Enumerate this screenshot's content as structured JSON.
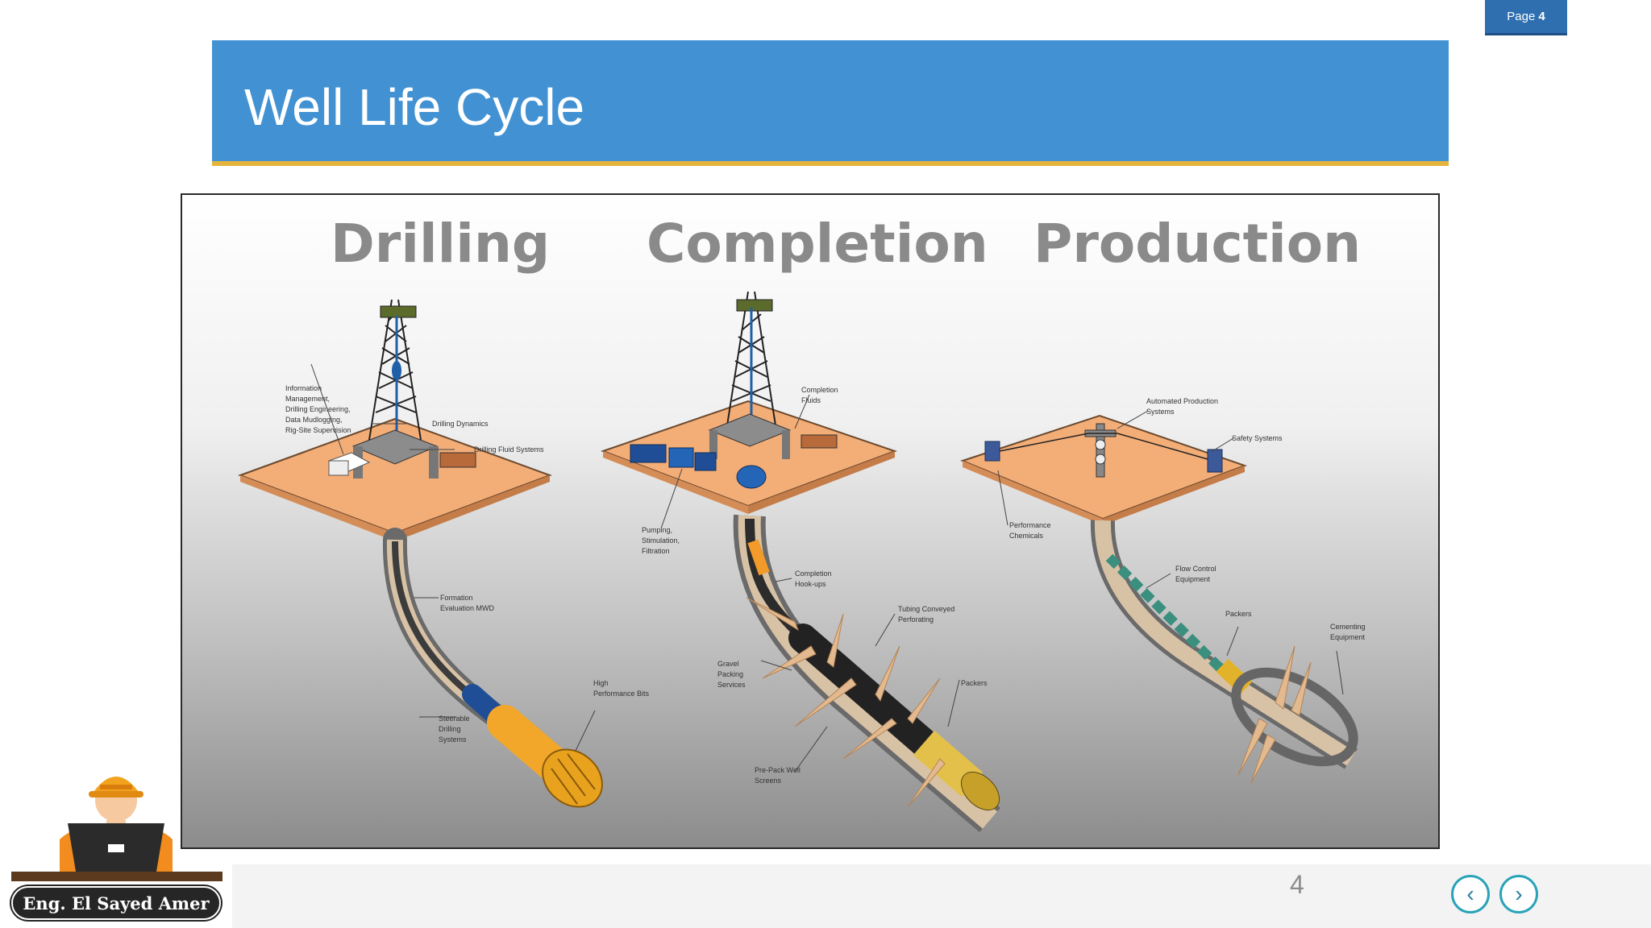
{
  "page_badge": {
    "prefix": "Page",
    "number": "4"
  },
  "slide": {
    "title": "Well Life Cycle",
    "number": "4"
  },
  "stages": [
    {
      "title": "Drilling"
    },
    {
      "title": "Completion"
    },
    {
      "title": "Production"
    }
  ],
  "labels": {
    "drilling": {
      "info": "Information\nManagement,\nDrilling Engineering,\nData Mudlogging,\nRig-Site Supervision",
      "dynamics": "Drilling Dynamics",
      "fluid": "Drilling Fluid Systems",
      "formation": "Formation\nEvaluation MWD",
      "bits": "High\nPerformance Bits",
      "steerable": "Steerable\nDrilling\nSystems"
    },
    "completion": {
      "fluids": "Completion\nFluids",
      "pumping": "Pumping,\nStimulation,\nFiltration",
      "hookups": "Completion\nHook-ups",
      "tubing": "Tubing Conveyed\nPerforating",
      "gravel": "Gravel\nPacking\nServices",
      "packers": "Packers",
      "screens": "Pre-Pack Well\nScreens"
    },
    "production": {
      "automated": "Automated Production\nSystems",
      "safety": "Safety Systems",
      "chemicals": "Performance\nChemicals",
      "flow": "Flow Control\nEquipment",
      "packers": "Packers",
      "cementing": "Cementing\nEquipment"
    }
  },
  "author": {
    "name": "Eng. El Sayed Amer"
  },
  "nav": {
    "prev_symbol": "‹",
    "next_symbol": "›"
  },
  "colors": {
    "title_bar": "#4292d3",
    "accent_line": "#e4b43c",
    "badge": "#2f6fb0",
    "nav_ring": "#2aa3b8"
  }
}
